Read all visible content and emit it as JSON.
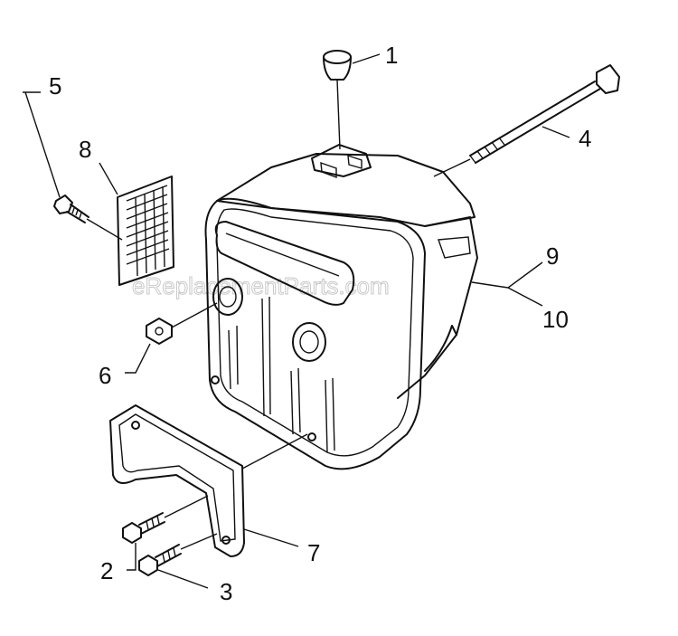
{
  "watermark": "eReplacementParts.com",
  "callouts": [
    {
      "id": "1",
      "text": "1"
    },
    {
      "id": "2",
      "text": "2"
    },
    {
      "id": "3",
      "text": "3"
    },
    {
      "id": "4",
      "text": "4"
    },
    {
      "id": "5",
      "text": "5"
    },
    {
      "id": "6",
      "text": "6"
    },
    {
      "id": "7",
      "text": "7"
    },
    {
      "id": "8",
      "text": "8"
    },
    {
      "id": "9",
      "text": "9"
    },
    {
      "id": "10",
      "text": "10"
    }
  ],
  "parts": [
    {
      "callout": "1",
      "icon": "plug-cap-icon"
    },
    {
      "callout": "2",
      "icon": "screw-icon"
    },
    {
      "callout": "3",
      "icon": "screw-icon"
    },
    {
      "callout": "4",
      "icon": "long-bolt-icon"
    },
    {
      "callout": "5",
      "icon": "screw-icon"
    },
    {
      "callout": "6",
      "icon": "nut-icon"
    },
    {
      "callout": "7",
      "icon": "bracket-plate-icon"
    },
    {
      "callout": "8",
      "icon": "spark-arrestor-screen-icon"
    },
    {
      "callout": "9",
      "icon": "muffler-icon"
    },
    {
      "callout": "10",
      "icon": "muffler-icon"
    }
  ]
}
